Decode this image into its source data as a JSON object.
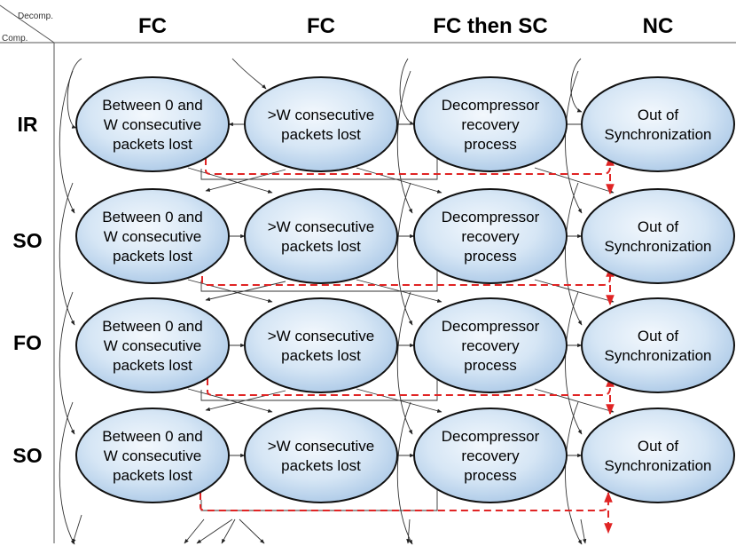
{
  "corner": {
    "decomp": "Decomp.",
    "comp": "Comp."
  },
  "columns": [
    "FC",
    "FC",
    "FC then SC",
    "NC"
  ],
  "rows": [
    "IR",
    "SO",
    "FO",
    "SO"
  ],
  "node_lines": [
    [
      "Between 0 and",
      "W consecutive",
      "packets lost"
    ],
    [
      ">W consecutive",
      "packets lost"
    ],
    [
      "Decompressor",
      "recovery",
      "process"
    ],
    [
      "Out of",
      "Synchronization"
    ]
  ],
  "colors": {
    "ellipse_light": "#f3f8fd",
    "ellipse_dark": "#a9c7e6",
    "feedback_line": "#e02424"
  }
}
